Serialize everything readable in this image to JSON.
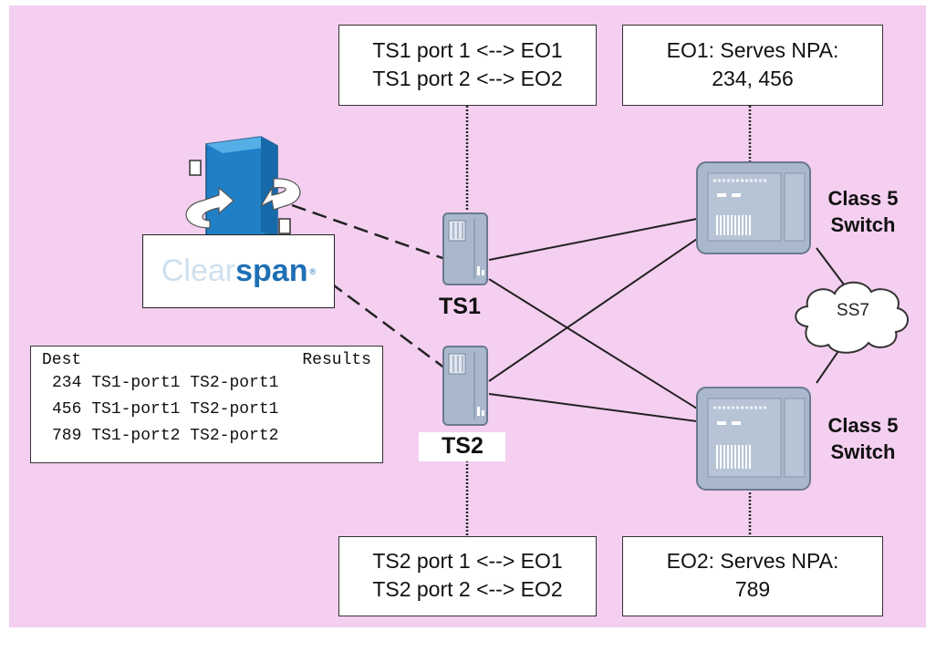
{
  "top_left_box": {
    "line1": "TS1 port 1 <--> EO1",
    "line2": "TS1 port 2 <--> EO2"
  },
  "top_right_box": {
    "line1": "EO1: Serves NPA:",
    "line2": "234, 456"
  },
  "bottom_left_box": {
    "line1": "TS2 port 1 <--> EO1",
    "line2": "TS2 port 2 <--> EO2"
  },
  "bottom_right_box": {
    "line1": "EO2: Serves NPA:",
    "line2": "789"
  },
  "ts1_label": "TS1",
  "ts2_label": "TS2",
  "switch_top": {
    "line1": "Class 5",
    "line2": "Switch"
  },
  "switch_bottom": {
    "line1": "Class 5",
    "line2": "Switch"
  },
  "ss7_label": "SS7",
  "clearspan": {
    "part1": "Clear",
    "part2": "span",
    "mark": "®"
  },
  "routing_table": {
    "col_dest": "Dest",
    "col_results": "Results",
    "rows": [
      {
        "dest": "234",
        "r1": "TS1-port1",
        "r2": "TS2-port1"
      },
      {
        "dest": "456",
        "r1": "TS1-port1",
        "r2": "TS2-port1"
      },
      {
        "dest": "789",
        "r1": "TS1-port2",
        "r2": "TS2-port2"
      }
    ]
  },
  "colors": {
    "background": "#f4cff0",
    "device_fill": "#a9b8cc",
    "clearspan_blue": "#1f6fb5"
  }
}
